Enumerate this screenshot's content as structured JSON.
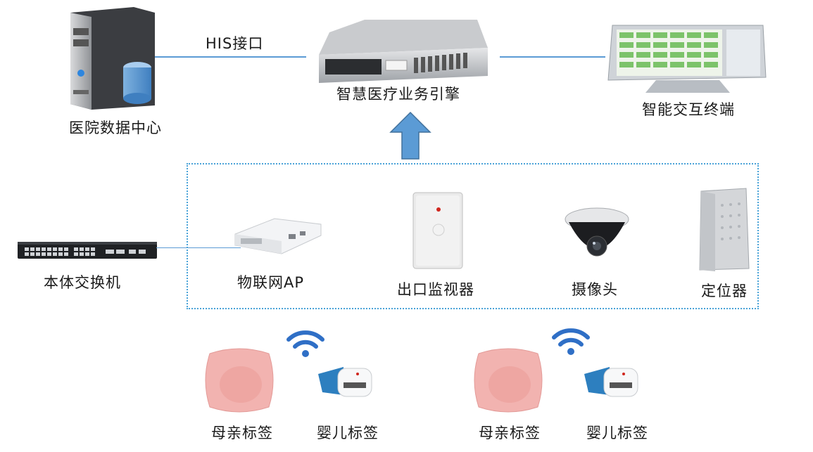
{
  "labels": {
    "hospital_data_center": "医院数据中心",
    "his_interface": "HIS接口",
    "business_engine": "智慧医疗业务引擎",
    "interactive_terminal": "智能交互终端",
    "switch": "本体交换机",
    "iot_ap": "物联网AP",
    "exit_monitor": "出口监视器",
    "camera": "摄像头",
    "locator": "定位器",
    "mother_tag_1": "母亲标签",
    "baby_tag_1": "婴儿标签",
    "mother_tag_2": "母亲标签",
    "baby_tag_2": "婴儿标签"
  },
  "colors": {
    "connector": "#5b9bd5",
    "arrow": "#5b9bd5",
    "wifi": "#2f6fc6",
    "mother_tag": "#f2b3b0",
    "baby_strap": "#2d7fbf"
  },
  "icons": {
    "server": "database-server-icon",
    "rack": "rack-server-icon",
    "terminal": "touchscreen-terminal-icon",
    "switch": "network-switch-icon",
    "ap": "wireless-ap-icon",
    "monitor": "exit-monitor-icon",
    "camera": "dome-camera-icon",
    "locator": "locator-beacon-icon",
    "wifi": "wifi-icon"
  }
}
